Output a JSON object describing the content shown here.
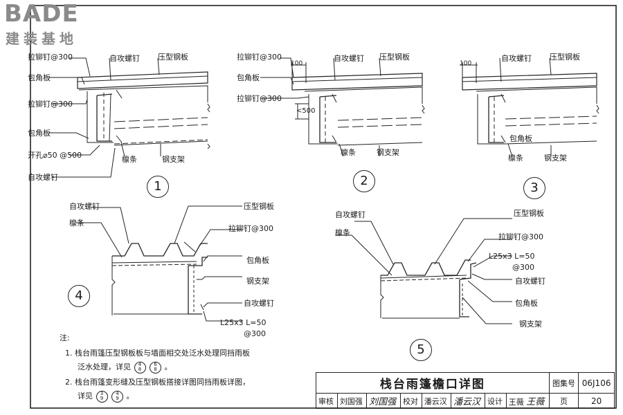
{
  "logo": {
    "brand": "BADE",
    "sub": "建装基地"
  },
  "labels": {
    "d1": {
      "rivet_top": "拉铆钉@300",
      "screw_top": "自攻螺钉",
      "steel_plate": "压型钢板",
      "corner_top": "包角板",
      "rivet_mid": "拉铆钉@300",
      "corner_bottom": "包角板",
      "hole": "开孔⌀50  @500",
      "screw_bottom": "自攻螺钉",
      "purlin": "檩条",
      "bracket": "钢支架"
    },
    "d2": {
      "rivet_top": "拉铆钉@300",
      "dim_100": "100",
      "screw_top": "自攻螺钉",
      "steel_plate": "压型钢板",
      "corner": "包角板",
      "rivet_mid": "拉铆钉@300",
      "dim_500": "<500",
      "purlin": "檩条",
      "bracket": "钢支架"
    },
    "d3": {
      "dim_100": "100",
      "screw_top": "自攻螺钉",
      "steel_plate": "压型钢板",
      "corner": "包角板",
      "purlin": "檩条",
      "bracket": "钢支架"
    },
    "d4": {
      "screw_top": "自攻螺钉",
      "purlin": "檩条",
      "steel_plate": "压型钢板",
      "rivet": "拉铆钉@300",
      "corner": "包角板",
      "bracket": "钢支架",
      "screw_bottom": "自攻螺钉",
      "angle": "L25x3  L=50",
      "angle_spacing": "@300"
    },
    "d5": {
      "screw_top": "自攻螺钉",
      "purlin": "檩条",
      "steel_plate": "压型钢板",
      "rivet": "拉铆钉@300",
      "angle": "L25x3  L=50",
      "angle_spacing": "@300",
      "screw_right": "自攻螺钉",
      "corner": "包角板",
      "bracket": "钢支架"
    }
  },
  "captions": [
    "1",
    "2",
    "3",
    "4",
    "5"
  ],
  "notes": {
    "heading": "注:",
    "n1_line1": "1.  栈台雨篷压型钢板板与墙面相交处泛水处理同挡雨板",
    "n1_line2": "泛水处理，详见",
    "n1_ref_a_top": "4",
    "n1_ref_a_bot": "8",
    "n1_ref_b_top": "6",
    "n1_ref_b_bot": "8",
    "n1_end": "。",
    "n2_line1": "2.  栈台雨篷变形缝及压型钢板搭接详图同挡雨板详图，",
    "n2_line2": "详见",
    "n2_ref_a_top": "3",
    "n2_ref_a_bot": "9",
    "n2_ref_b_top": "4",
    "n2_ref_b_bot": "9",
    "n2_end": "。"
  },
  "title_block": {
    "title": "栈台雨篷檐口详图",
    "atlas_label": "图集号",
    "atlas_no": "06J106",
    "review_label": "审核",
    "reviewer": "刘国强",
    "reviewer_sig": "刘国强",
    "check_label": "校对",
    "checker": "潘云汉",
    "checker_sig": "潘云汉",
    "design_label": "设计",
    "designer": "王薇",
    "designer_sig": "王薇",
    "page_label": "页",
    "page_no": "20"
  }
}
